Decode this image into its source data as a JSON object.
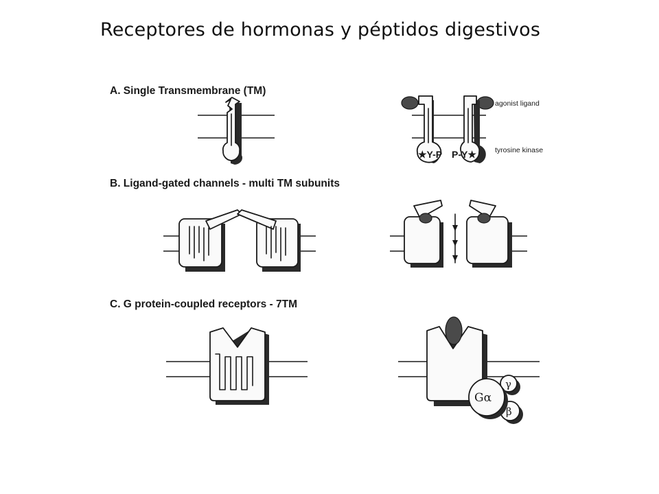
{
  "title": "Receptores de hormonas y péptidos digestivos",
  "sections": [
    {
      "label": "A. Single Transmembrane (TM)"
    },
    {
      "label": "B. Ligand-gated channels - multi TM subunits"
    },
    {
      "label": "C. G protein-coupled receptors - 7TM"
    }
  ],
  "annotations": {
    "agonist_ligand": "agonist ligand",
    "tyrosine_kinase": "tyrosine kinase",
    "phospho_left": "★Y-P",
    "phospho_right": "P-Y★",
    "g_alpha": "Gα",
    "g_gamma": "γ",
    "g_beta": "β"
  }
}
